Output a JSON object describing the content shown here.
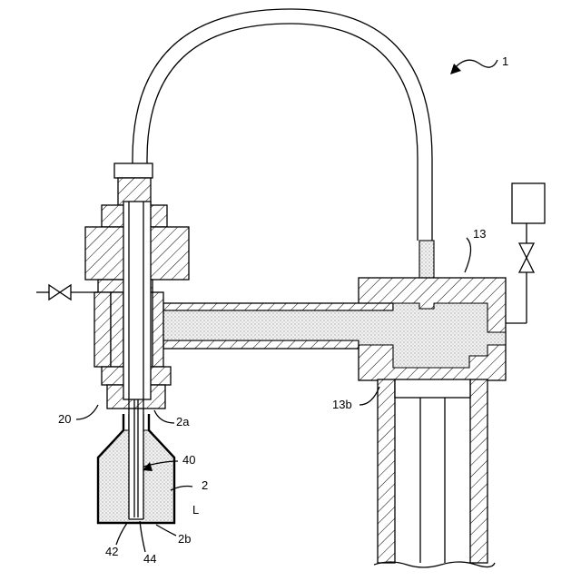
{
  "labels": {
    "apparatus": "1",
    "upper_block": "13",
    "block_bottom": "13b",
    "nozzle_body": "20",
    "container_mouth": "2a",
    "probe": "40",
    "container": "2",
    "liquid": "L",
    "container_bottom": "2b",
    "probe_tip_outer": "42",
    "probe_tip_inner": "44"
  },
  "icons": {
    "left_valve": "gate-valve-icon",
    "right_valve": "gate-valve-icon",
    "device_box": "device-box-icon"
  }
}
